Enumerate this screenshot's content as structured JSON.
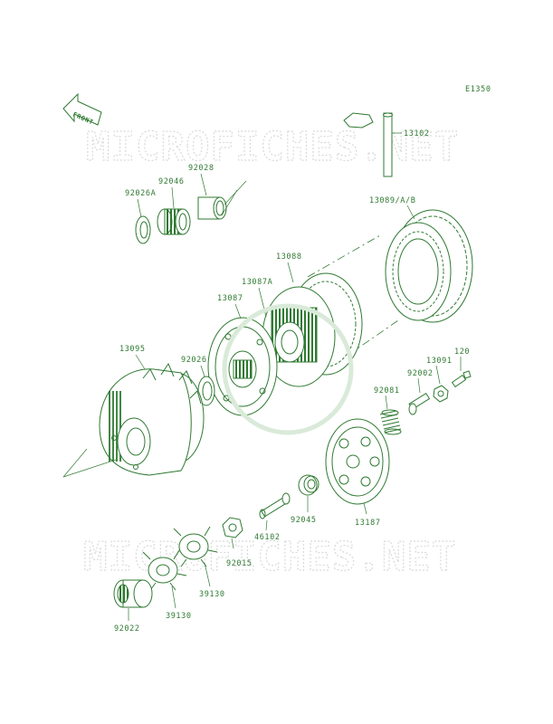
{
  "diagram": {
    "code": "E1350",
    "front_label": "FRONT",
    "watermark": "MICROFICHES.NET",
    "parts": [
      {
        "id": "13102"
      },
      {
        "id": "92028"
      },
      {
        "id": "92046"
      },
      {
        "id": "92026A"
      },
      {
        "id": "13089/A/B"
      },
      {
        "id": "13088"
      },
      {
        "id": "13087A"
      },
      {
        "id": "13087"
      },
      {
        "id": "13095"
      },
      {
        "id": "92026"
      },
      {
        "id": "13091"
      },
      {
        "id": "120"
      },
      {
        "id": "92002"
      },
      {
        "id": "92081"
      },
      {
        "id": "92045"
      },
      {
        "id": "13187"
      },
      {
        "id": "46102"
      },
      {
        "id": "92015"
      },
      {
        "id": "39130"
      },
      {
        "id": "39130"
      },
      {
        "id": "92022"
      }
    ],
    "colors": {
      "ink": "#2f7a32",
      "watermark": "#d9d9d9",
      "background": "#ffffff"
    }
  }
}
